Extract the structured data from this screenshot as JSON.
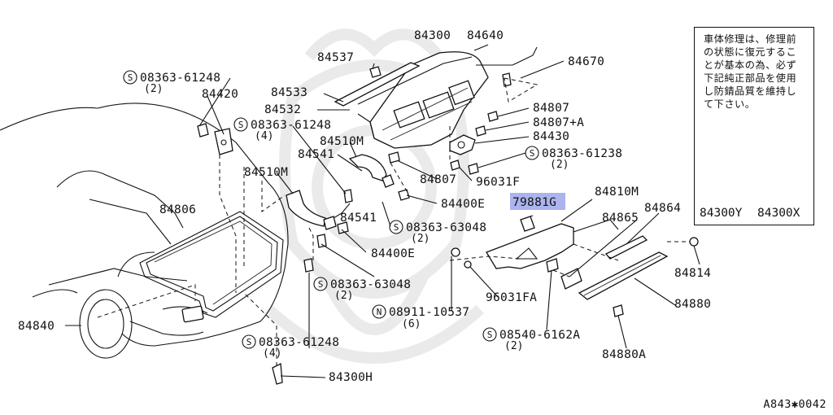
{
  "note": {
    "text": "車体修理は、修理前の状態に復元することが基本の為、必ず下記純正部品を使用し防錆品質を維持して下さい。",
    "products": [
      "84300Y",
      "84300X"
    ]
  },
  "highlight_color": "#8f9be8",
  "labels": {
    "p84300": "84300",
    "p84640": "84640",
    "p84537": "84537",
    "p84670": "84670",
    "s08363_61248_a": "08363-61248",
    "q2_a": "(2)",
    "p84420": "84420",
    "p84533": "84533",
    "p84532": "84532",
    "p84807_a": "84807",
    "p84807A": "84807+A",
    "s08363_61248_b": "08363-61248",
    "q4_a": "(4)",
    "p84430": "84430",
    "p84510M_a": "84510M",
    "s08363_61238": "08363-61238",
    "q2_b": "(2)",
    "p84541_a": "84541",
    "p84510M_b": "84510M",
    "p84807_b": "84807",
    "p96031F": "96031F",
    "p84806": "84806",
    "p84400E_a": "84400E",
    "p79881G": "79881G",
    "p84810M": "84810M",
    "p84541_b": "84541",
    "s08363_63048_a": "08363-63048",
    "q2_c": "(2)",
    "p84865": "84865",
    "p84864": "84864",
    "p84400E_b": "84400E",
    "p84814": "84814",
    "s08363_63048_b": "08363-63048",
    "q2_d": "(2)",
    "p96031FA": "96031FA",
    "p84880": "84880",
    "n08911_10537": "08911-10537",
    "q6": "(6)",
    "p84840": "84840",
    "s08363_61248_c": "08363-61248",
    "q4_b": "(4)",
    "s08540_6162A": "08540-6162A",
    "q2_e": "(2)",
    "p84880A": "84880A",
    "p84300H": "84300H",
    "s_mark": "S",
    "n_mark": "N"
  },
  "ref_code": "A843✱0042"
}
